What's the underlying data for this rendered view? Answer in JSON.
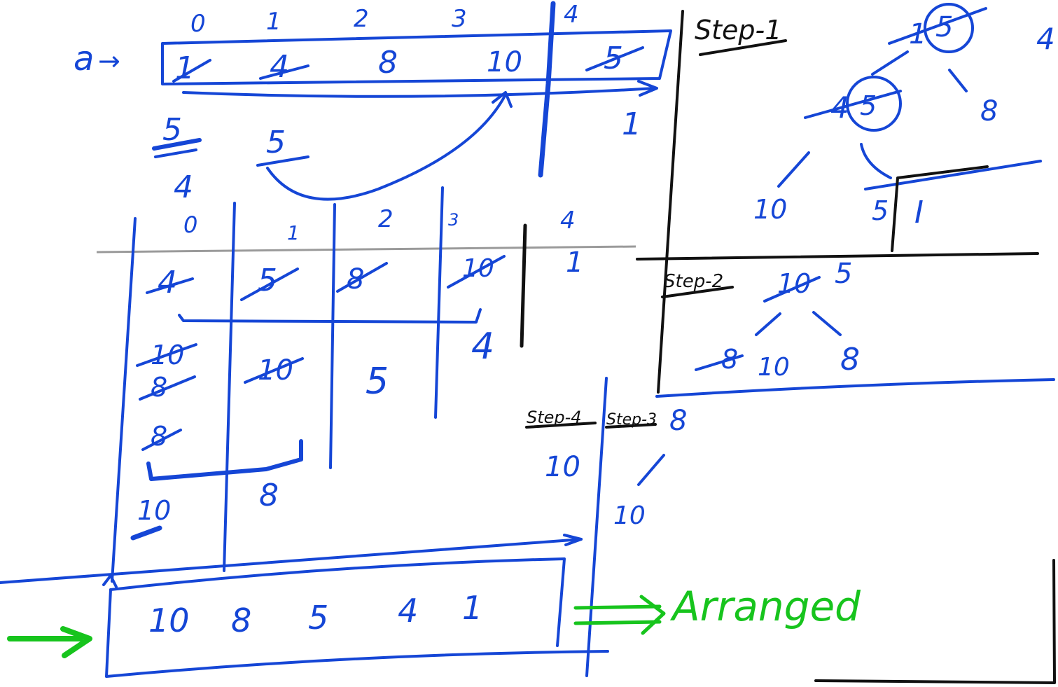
{
  "array_label": "a",
  "array_arrow": "→",
  "index_top": [
    "0",
    "1",
    "2",
    "3",
    "4"
  ],
  "array_initial": [
    "1",
    "4",
    "8",
    "10",
    "5"
  ],
  "after_swap_value": "1",
  "scratch": {
    "five_a": "5",
    "four_a": "4",
    "five_b": "5"
  },
  "grid": {
    "index": [
      "0",
      "1",
      "2",
      "3",
      "4"
    ],
    "row1": [
      "4",
      "5",
      "8",
      "10",
      "1"
    ],
    "col0_stack": [
      "10",
      "8",
      "8",
      "10"
    ],
    "col1_stack": [
      "10",
      "8"
    ],
    "col2_value": "5",
    "col3_value": "4"
  },
  "final_array": [
    "10",
    "8",
    "5",
    "4",
    "1"
  ],
  "arranged_label": "Arranged",
  "step1": {
    "title": "Step-1",
    "root": "1",
    "root_new": "5",
    "root_side": "4",
    "left": "4",
    "left_new": "5",
    "right": "8",
    "ll": "10",
    "lr": "5",
    "lr_new": "I"
  },
  "step2": {
    "title": "Step-2",
    "root": "10",
    "root_new": "5",
    "left": "8",
    "left_new": "10",
    "right": "8"
  },
  "step3": {
    "title": "Step-3",
    "root": "8",
    "child": "10"
  },
  "step4": {
    "title": "Step-4",
    "root": "10"
  }
}
